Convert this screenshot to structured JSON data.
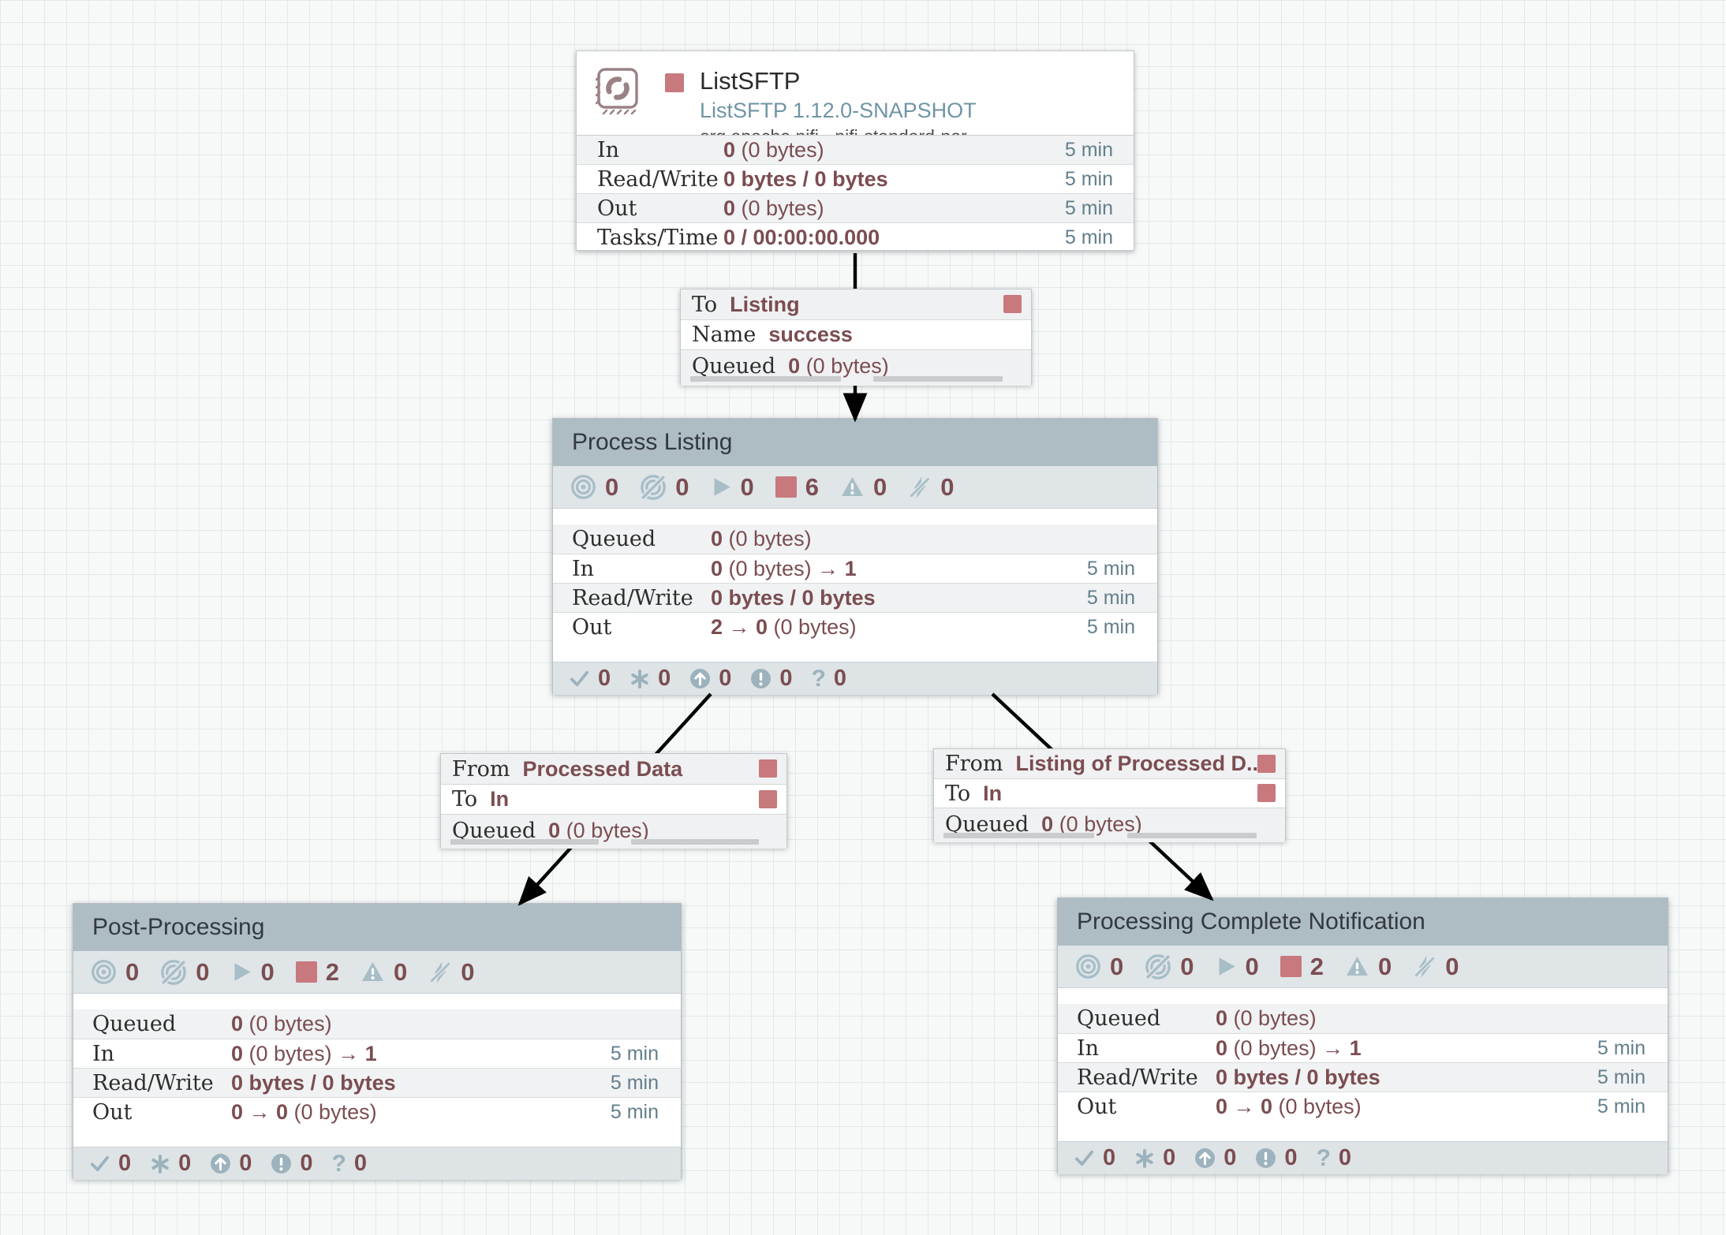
{
  "palette": {
    "canvas_bg": "#f7f9f9",
    "grid_line": "#e2e9ea",
    "stopped_red": "#c7797d",
    "value_maroon": "#7b4d51",
    "window_slate": "#637f8c",
    "group_header": "#aebcc3",
    "badge_icon_blue": "#a8bec7",
    "arrow_black": "#000000"
  },
  "processor": {
    "name": "ListSFTP",
    "type": "ListSFTP 1.12.0-SNAPSHOT",
    "bundle": "org.apache.nifi - nifi-standard-nar",
    "stats": [
      {
        "label": "In",
        "window": "5 min",
        "parts": [
          {
            "t": "0",
            "b": 1
          },
          {
            "t": " (0 bytes)",
            "b": 0
          }
        ]
      },
      {
        "label": "Read/Write",
        "window": "5 min",
        "parts": [
          {
            "t": "0 bytes / 0 bytes",
            "b": 1
          }
        ]
      },
      {
        "label": "Out",
        "window": "5 min",
        "parts": [
          {
            "t": "0",
            "b": 1
          },
          {
            "t": " (0 bytes)",
            "b": 0
          }
        ]
      },
      {
        "label": "Tasks/Time",
        "window": "5 min",
        "parts": [
          {
            "t": "0 / 00:00:00.000",
            "b": 1
          }
        ]
      }
    ]
  },
  "connections": [
    {
      "rows": [
        {
          "label": "To",
          "value": "Listing"
        },
        {
          "label": "Name",
          "value": "success"
        }
      ],
      "queued_label": "Queued",
      "queued_parts": [
        {
          "t": "0",
          "b": 1
        },
        {
          "t": " (0 bytes)",
          "b": 0
        }
      ]
    },
    {
      "rows": [
        {
          "label": "From",
          "value": "Processed Data"
        },
        {
          "label": "To",
          "value": "In"
        }
      ],
      "queued_label": "Queued",
      "queued_parts": [
        {
          "t": "0",
          "b": 1
        },
        {
          "t": " (0 bytes)",
          "b": 0
        }
      ]
    },
    {
      "rows": [
        {
          "label": "From",
          "value": "Listing of Processed D..."
        },
        {
          "label": "To",
          "value": "In"
        }
      ],
      "queued_label": "Queued",
      "queued_parts": [
        {
          "t": "0",
          "b": 1
        },
        {
          "t": " (0 bytes)",
          "b": 0
        }
      ]
    }
  ],
  "groups": [
    {
      "title": "Process Listing",
      "badges": {
        "transmitting": "0",
        "not_transmitting": "0",
        "running": "0",
        "stopped": "6",
        "invalid": "0",
        "disabled": "0"
      },
      "stats": [
        {
          "label": "Queued",
          "window": "",
          "parts": [
            {
              "t": "0",
              "b": 1
            },
            {
              "t": " (0 bytes)",
              "b": 0
            }
          ]
        },
        {
          "label": "In",
          "window": "5 min",
          "parts": [
            {
              "t": "0",
              "b": 1
            },
            {
              "t": " (0 bytes) ",
              "b": 0
            },
            {
              "t": "→ 1",
              "b": 1
            }
          ]
        },
        {
          "label": "Read/Write",
          "window": "5 min",
          "parts": [
            {
              "t": "0 bytes / 0 bytes",
              "b": 1
            }
          ]
        },
        {
          "label": "Out",
          "window": "5 min",
          "parts": [
            {
              "t": "2 → 0",
              "b": 1
            },
            {
              "t": " (0 bytes)",
              "b": 0
            }
          ]
        }
      ],
      "footer": {
        "up_to_date": "0",
        "locally_modified": "0",
        "stale": "0",
        "locally_modified_stale": "0",
        "sync_failure": "0"
      }
    },
    {
      "title": "Post-Processing",
      "badges": {
        "transmitting": "0",
        "not_transmitting": "0",
        "running": "0",
        "stopped": "2",
        "invalid": "0",
        "disabled": "0"
      },
      "stats": [
        {
          "label": "Queued",
          "window": "",
          "parts": [
            {
              "t": "0",
              "b": 1
            },
            {
              "t": " (0 bytes)",
              "b": 0
            }
          ]
        },
        {
          "label": "In",
          "window": "5 min",
          "parts": [
            {
              "t": "0",
              "b": 1
            },
            {
              "t": " (0 bytes) ",
              "b": 0
            },
            {
              "t": "→ 1",
              "b": 1
            }
          ]
        },
        {
          "label": "Read/Write",
          "window": "5 min",
          "parts": [
            {
              "t": "0 bytes / 0 bytes",
              "b": 1
            }
          ]
        },
        {
          "label": "Out",
          "window": "5 min",
          "parts": [
            {
              "t": "0 → 0",
              "b": 1
            },
            {
              "t": " (0 bytes)",
              "b": 0
            }
          ]
        }
      ],
      "footer": {
        "up_to_date": "0",
        "locally_modified": "0",
        "stale": "0",
        "locally_modified_stale": "0",
        "sync_failure": "0"
      }
    },
    {
      "title": "Processing Complete Notification",
      "badges": {
        "transmitting": "0",
        "not_transmitting": "0",
        "running": "0",
        "stopped": "2",
        "invalid": "0",
        "disabled": "0"
      },
      "stats": [
        {
          "label": "Queued",
          "window": "",
          "parts": [
            {
              "t": "0",
              "b": 1
            },
            {
              "t": " (0 bytes)",
              "b": 0
            }
          ]
        },
        {
          "label": "In",
          "window": "5 min",
          "parts": [
            {
              "t": "0",
              "b": 1
            },
            {
              "t": " (0 bytes) ",
              "b": 0
            },
            {
              "t": "→ 1",
              "b": 1
            }
          ]
        },
        {
          "label": "Read/Write",
          "window": "5 min",
          "parts": [
            {
              "t": "0 bytes / 0 bytes",
              "b": 1
            }
          ]
        },
        {
          "label": "Out",
          "window": "5 min",
          "parts": [
            {
              "t": "0 → 0",
              "b": 1
            },
            {
              "t": " (0 bytes)",
              "b": 0
            }
          ]
        }
      ],
      "footer": {
        "up_to_date": "0",
        "locally_modified": "0",
        "stale": "0",
        "locally_modified_stale": "0",
        "sync_failure": "0"
      }
    }
  ]
}
